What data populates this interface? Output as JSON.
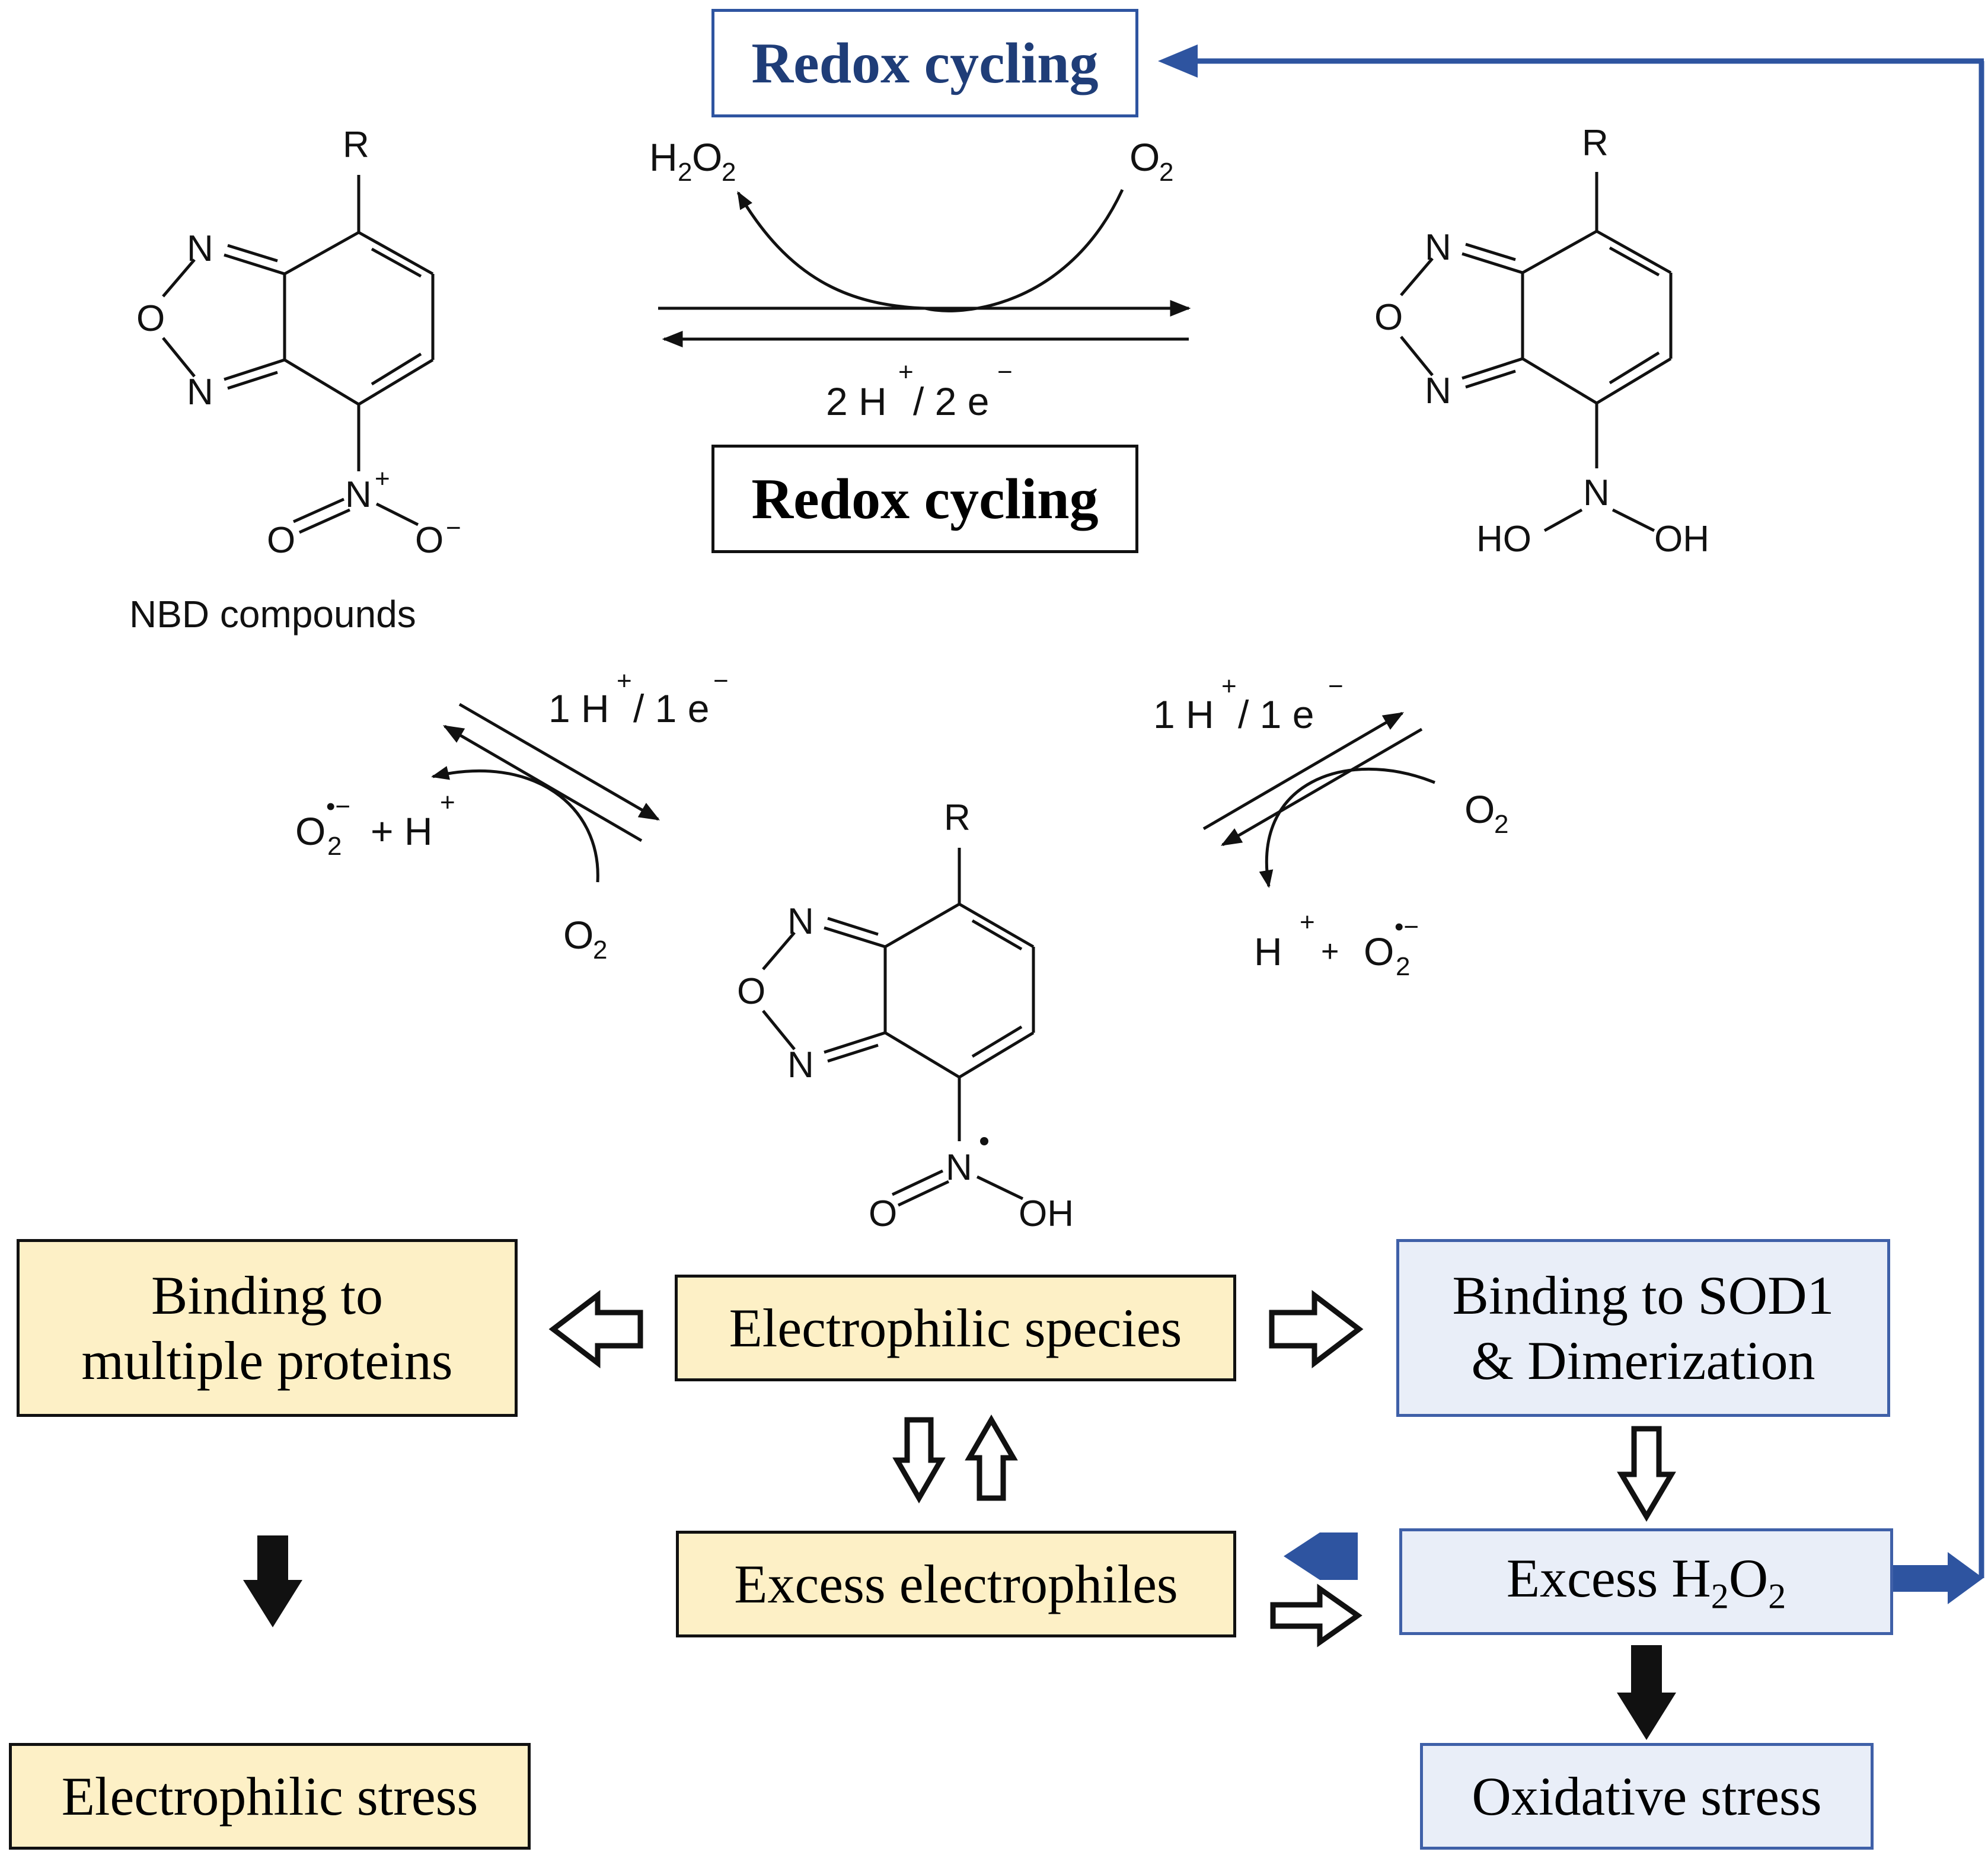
{
  "colors": {
    "accent_blue": "#2e54a0",
    "box_yellow": "#fdf0c6",
    "box_blue": "#e9eef8"
  },
  "titles": {
    "redox_top": "Redox cycling",
    "redox_center": "Redox cycling"
  },
  "molecules": {
    "nbd": {
      "r": "R",
      "n_top": "N",
      "o_ring": "O",
      "n_bottom": "N",
      "nitro_n": "N",
      "nitro_n_charge": "+",
      "o_left": "O",
      "o_right": "O",
      "o_right_charge": "−",
      "caption": "NBD compounds"
    },
    "hydroxylamine": {
      "r": "R",
      "n_top": "N",
      "o_ring": "O",
      "n_bottom": "N",
      "n_center": "N",
      "ho_left": "HO",
      "oh_right": "OH"
    },
    "radical": {
      "r": "R",
      "n_top": "N",
      "o_ring": "O",
      "n_bottom": "N",
      "n_center": "N",
      "o_left": "O",
      "oh_right": "OH"
    }
  },
  "reagents": {
    "top_left": "H",
    "top_left_sub1": "2",
    "top_left_o": "O",
    "top_left_sub2": "2",
    "top_right": "O",
    "top_right_sub": "2",
    "electrons_center": "2 H",
    "electrons_center_sup": "+",
    "electrons_center_mid": "/ 2 e",
    "electrons_center_sup2": "−",
    "left_electrons": "1 H",
    "left_electrons_sup": "+",
    "left_electrons_mid": "/ 1 e",
    "left_electrons_sup2": "−",
    "right_electrons": "1 H",
    "right_electrons_sup": "+",
    "right_electrons_mid": "/ 1 e",
    "right_electrons_sup2": "−",
    "left_superoxide": "O",
    "left_superoxide_sub": "2",
    "left_superoxide_sup": "•−",
    "left_superoxide_plus": "+ H",
    "left_superoxide_plus_sup": "+",
    "left_o2": "O",
    "left_o2_sub": "2",
    "right_o2": "O",
    "right_o2_sub": "2",
    "right_superoxide_h": "H",
    "right_superoxide_h_sup": "+",
    "right_superoxide_plus": "+",
    "right_superoxide": "O",
    "right_superoxide_sub": "2",
    "right_superoxide_sup": "•−"
  },
  "boxes": {
    "binding_proteins": [
      "Binding to",
      "multiple proteins"
    ],
    "electrophilic_species": "Electrophilic species",
    "binding_sod1": [
      "Binding to SOD1",
      "& Dimerization"
    ],
    "excess_electrophiles": "Excess electrophiles",
    "excess_h2o2": {
      "prefix": "Excess H",
      "sub1": "2",
      "mid": "O",
      "sub2": "2"
    },
    "electrophilic_stress": "Electrophilic stress",
    "oxidative_stress": "Oxidative stress"
  }
}
